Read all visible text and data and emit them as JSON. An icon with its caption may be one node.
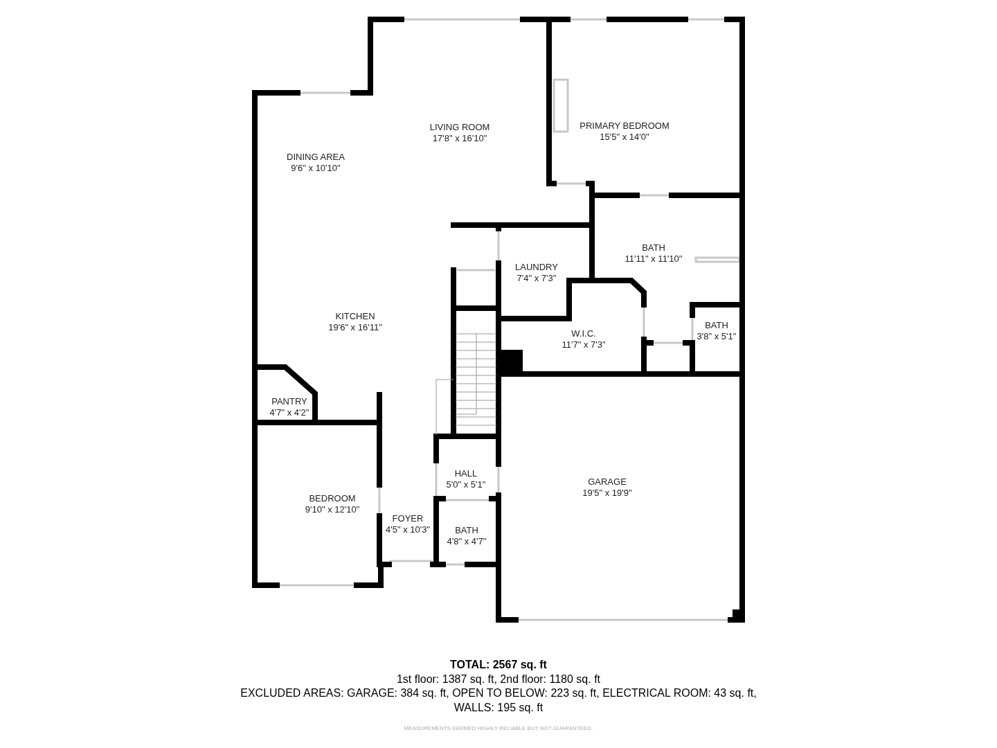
{
  "diagram": {
    "labels": [
      "PRIMARY BEDROOM",
      "15'5\" x 14'0\"",
      "LIVING ROOM",
      "17'8\" x 16'10\"",
      "DINING AREA",
      "9'6\" x 10'10\"",
      "BATH",
      "11'11\" x 11'10\"",
      "LAUNDRY",
      "7'4\" x 7'3\"",
      "KITCHEN",
      "19'6\" x 16'11\"",
      "BATH",
      "3'8\" x 5'1\"",
      "W.I.C.",
      "11'7\" x 7'3\"",
      "PANTRY",
      "4'7\" x 4'2\"",
      "HALL",
      "5'0\" x 5'1\"",
      "GARAGE",
      "19'5\" x 19'9\"",
      "BEDROOM",
      "9'10\" x 12'10\"",
      "FOYER",
      "4'5\" x 10'3\"",
      "BATH",
      "4'8\" x 4'7\"",
      "TOTAL: 2567 sq. ft",
      "1st floor: 1387 sq. ft, 2nd floor: 1180 sq. ft",
      "EXCLUDED AREAS: GARAGE: 384 sq. ft, OPEN TO BELOW: 223 sq. ft, ELECTRICAL ROOM: 43 sq. ft, WALLS: 195 sq. ft",
      "MEASUREMENTS DEEMED HIGHLY RELIABLE BUT NOT GUARANTEED."
    ]
  }
}
